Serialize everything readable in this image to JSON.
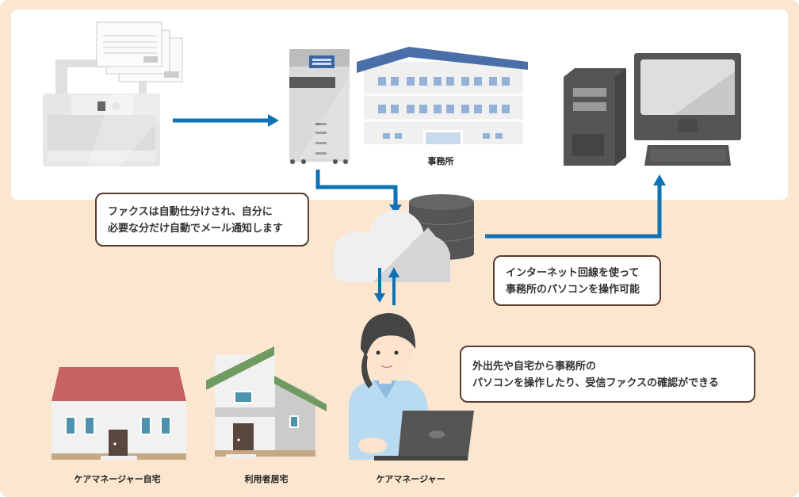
{
  "colors": {
    "background": "#fbe6cf",
    "panel": "#ffffff",
    "arrow": "#0f72b5",
    "bubble_border": "#5a3d2e",
    "roof_blue": "#4a6fa8",
    "roof_red": "#c66262",
    "roof_green": "#6f9a62",
    "window_blue": "#4f92ae",
    "door_brown": "#5a463d",
    "dark_device": "#555555"
  },
  "nodes": {
    "fax_machine": {
      "icon": "fax-machine-icon"
    },
    "office": {
      "label": "事務所",
      "icon": "office-building-icon"
    },
    "office_pc": {
      "icon": "desktop-pc-icon"
    },
    "cloud": {
      "icon": "cloud-server-icon"
    },
    "care_manager_home": {
      "label": "ケアマネージャー自宅",
      "icon": "house-icon"
    },
    "user_home": {
      "label": "利用者居宅",
      "icon": "house-icon"
    },
    "care_manager": {
      "label": "ケアマネージャー",
      "icon": "person-laptop-icon"
    }
  },
  "callouts": {
    "fax_sort": {
      "lines": [
        "ファクスは自動仕分けされ、自分に",
        "必要な分だけ自動でメール通知します"
      ]
    },
    "internet": {
      "lines": [
        "インターネット回線を使って",
        "事務所のパソコンを操作可能"
      ]
    },
    "remote": {
      "lines": [
        "外出先や自宅から事務所の",
        "パソコンを操作したり、受信ファクスの確認ができる"
      ]
    }
  }
}
